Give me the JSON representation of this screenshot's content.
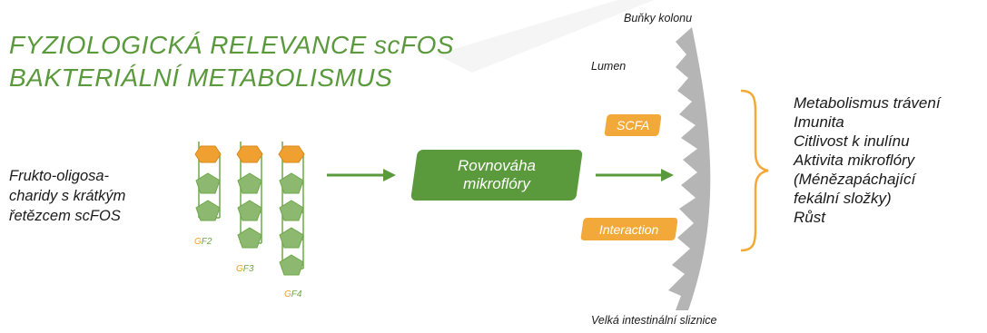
{
  "title": {
    "line1": "FYZIOLOGICKÁ RELEVANCE scFOS",
    "line2": "BAKTERIÁLNÍ METABOLISMUS"
  },
  "left_description": [
    "Frukto-oligosa-",
    "charidy s krátkým",
    "řetězcem scFOS"
  ],
  "molecules": [
    {
      "prefix": "G",
      "suffix": "F2"
    },
    {
      "prefix": "G",
      "suffix": "F3"
    },
    {
      "prefix": "G",
      "suffix": "F4"
    }
  ],
  "balance_box": [
    "Rovnováha",
    "mikroflóry"
  ],
  "tags": {
    "scfa": "SCFA",
    "interaction": "Interaction"
  },
  "colon_labels": {
    "top": "Buňky kolonu",
    "lumen": "Lumen",
    "bottom": "Velká intestinální sliznice"
  },
  "effects": [
    "Metabolismus trávení",
    "Imunita",
    "Citlivost k inulínu",
    "Aktivita mikroflóry",
    "(Ménězapáchající",
    "fekální složky)",
    "Růst"
  ],
  "colors": {
    "green": "#5b9a3c",
    "light_green": "#8cb870",
    "orange": "#f3a93a",
    "gray": "#b5b5b5"
  }
}
